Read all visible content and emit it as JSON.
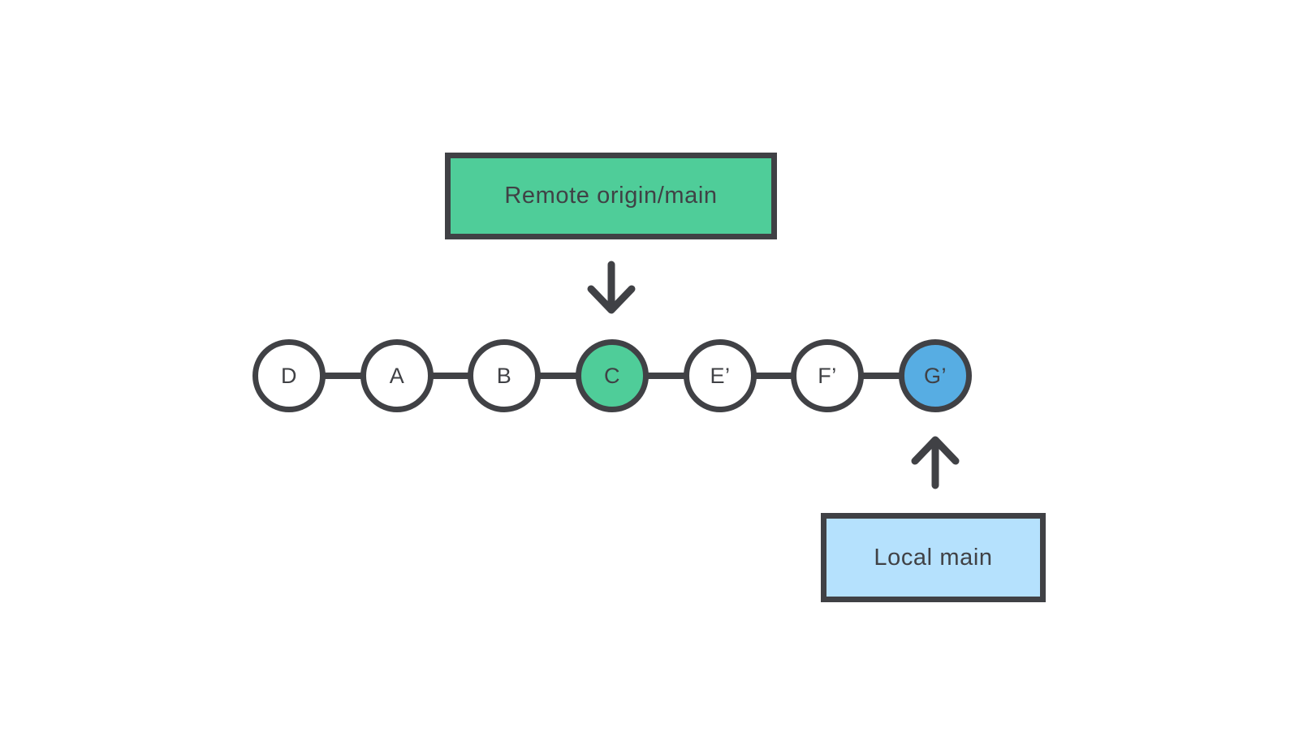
{
  "colors": {
    "dark": "#404145",
    "green": "#4FCD99",
    "blue": "#57ADE3",
    "light_blue": "#B5E1FD",
    "white": "#FFFFFF"
  },
  "remote_branch": {
    "text": "Remote origin/main",
    "fill": "#4FCD99"
  },
  "local_branch": {
    "text": "Local main",
    "fill": "#B5E1FD"
  },
  "chain": {
    "commits": [
      {
        "label": "D",
        "fill": "#FFFFFF"
      },
      {
        "label": "A",
        "fill": "#FFFFFF"
      },
      {
        "label": "B",
        "fill": "#FFFFFF"
      },
      {
        "label": "C",
        "fill": "#4FCD99"
      },
      {
        "label": "E’",
        "fill": "#FFFFFF"
      },
      {
        "label": "F’",
        "fill": "#FFFFFF"
      },
      {
        "label": "G’",
        "fill": "#57ADE3"
      }
    ]
  }
}
